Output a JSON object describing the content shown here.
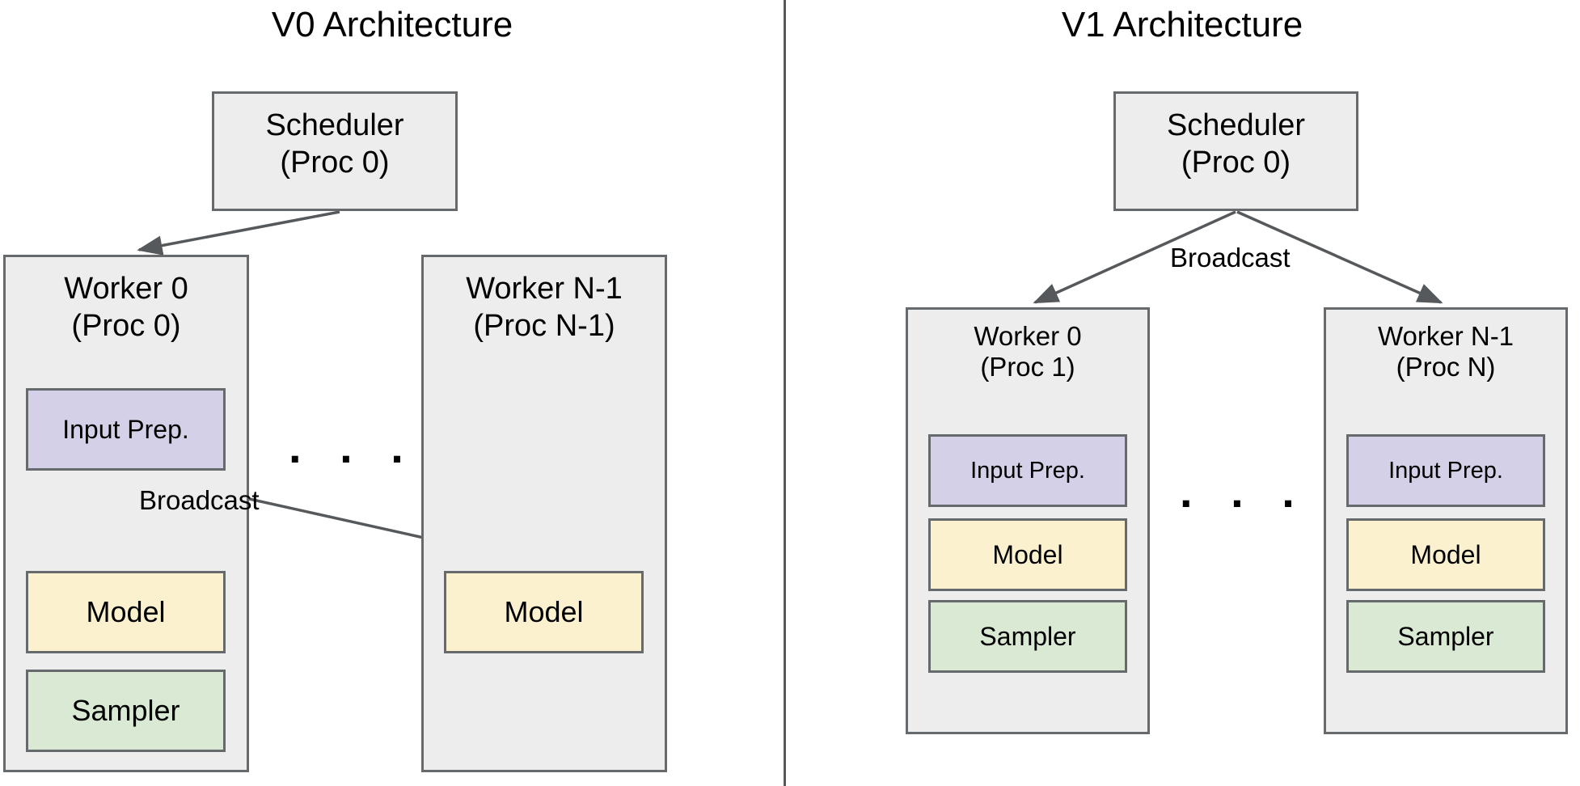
{
  "figure": {
    "kind": "two-panel-architecture-diagram",
    "divider_color": "#56595c"
  },
  "panels": [
    {
      "id": "v0",
      "title": "V0 Architecture",
      "scheduler": {
        "line1": "Scheduler",
        "line2": "(Proc 0)"
      },
      "workers": [
        {
          "id": "v0-worker-0",
          "line1": "Worker 0",
          "line2": "(Proc 0)",
          "components": [
            {
              "label": "Input Prep.",
              "color": "#d4d0e8"
            },
            {
              "label": "Model",
              "color": "#fbf1cf"
            },
            {
              "label": "Sampler",
              "color": "#d9e9d3"
            }
          ]
        },
        {
          "id": "v0-worker-n1",
          "line1": "Worker N-1",
          "line2": "(Proc N-1)",
          "components": [
            {
              "label": "Model",
              "color": "#fbf1cf"
            }
          ]
        }
      ],
      "ellipsis": ". . .",
      "edge_label": "Broadcast"
    },
    {
      "id": "v1",
      "title": "V1 Architecture",
      "scheduler": {
        "line1": "Scheduler",
        "line2": "(Proc 0)"
      },
      "workers": [
        {
          "id": "v1-worker-0",
          "line1": "Worker 0",
          "line2": "(Proc 1)",
          "components": [
            {
              "label": "Input Prep.",
              "color": "#d4d0e8"
            },
            {
              "label": "Model",
              "color": "#fbf1cf"
            },
            {
              "label": "Sampler",
              "color": "#d9e9d3"
            }
          ]
        },
        {
          "id": "v1-worker-n1",
          "line1": "Worker N-1",
          "line2": "(Proc N)",
          "components": [
            {
              "label": "Input Prep.",
              "color": "#d4d0e8"
            },
            {
              "label": "Model",
              "color": "#fbf1cf"
            },
            {
              "label": "Sampler",
              "color": "#d9e9d3"
            }
          ]
        }
      ],
      "ellipsis": ". . .",
      "edge_label": "Broadcast"
    }
  ],
  "colors": {
    "box_fill": "#ededed",
    "box_stroke": "#666a6d",
    "arrow_stroke": "#56595c",
    "input_prep": "#d4d0e8",
    "model": "#fbf1cf",
    "sampler": "#d9e9d3"
  }
}
